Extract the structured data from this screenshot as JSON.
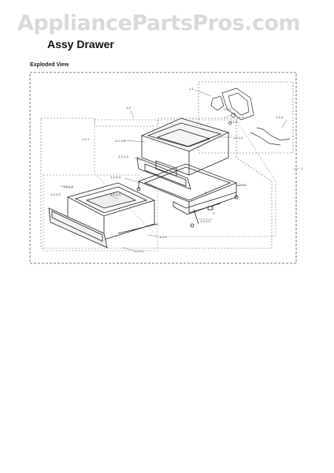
{
  "watermark": "AppliancePartsPros.com",
  "title": "Assy Drawer",
  "subtitle": "Exploded View",
  "labels": {
    "l1": "1",
    "l1_1": "1-1",
    "l1_2": "1-2",
    "l1_1_1": "1-1-1",
    "l1_1_2": "1-1-2",
    "l1_1_3": "1-1-3",
    "l1_1_4": "1-1-4",
    "l1_2_1": "1-2-1",
    "l1_2_2": "1-2-2",
    "l1_2_11": "1-2-1-1",
    "l1_2_12": "1-2-1-2",
    "l1_2_12b": "1-2-1-2",
    "l1_2_13": "1-2-1-3",
    "l1_2_14": "1-2-1-4",
    "l1_2_21": "1-2-2-1",
    "l1_2_22": "1-2-2-2",
    "l1_2_23": "1-2-2-3",
    "l1_2_24": "1-2-2-4",
    "l1_2_34": "1-2-3-4",
    "p1": "P",
    "p2": "P"
  }
}
